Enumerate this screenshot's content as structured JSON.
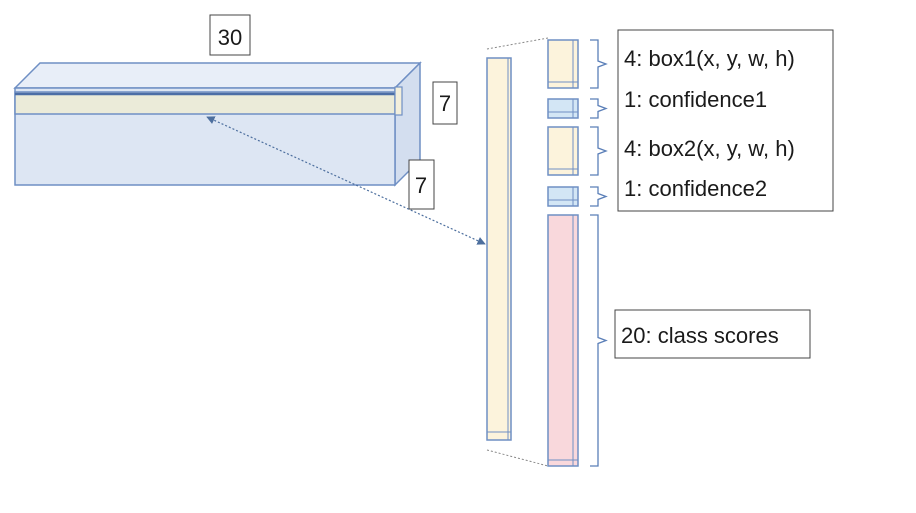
{
  "dimensions": {
    "width": "30",
    "height": "7",
    "depth": "7"
  },
  "vector_segments": [
    {
      "id": "box1",
      "label": "4: box1(x, y, w, h)",
      "color": "#fcf3dc"
    },
    {
      "id": "conf1",
      "label": "1: confidence1",
      "color": "#d3e6f5"
    },
    {
      "id": "box2",
      "label": "4: box2(x, y, w, h)",
      "color": "#fcf3dc"
    },
    {
      "id": "conf2",
      "label": "1: confidence2",
      "color": "#d3e6f5"
    },
    {
      "id": "classes",
      "label": "20: class scores",
      "color": "#f9d8dc"
    }
  ],
  "colors": {
    "tensor_fill": "#dde6f3",
    "tensor_edge": "#6f8fc4",
    "slice_fill": "#ebebd9",
    "vector_fill": "#fcf3dc",
    "brace": "#5b7fb8",
    "arrow": "#4d6f9e"
  }
}
